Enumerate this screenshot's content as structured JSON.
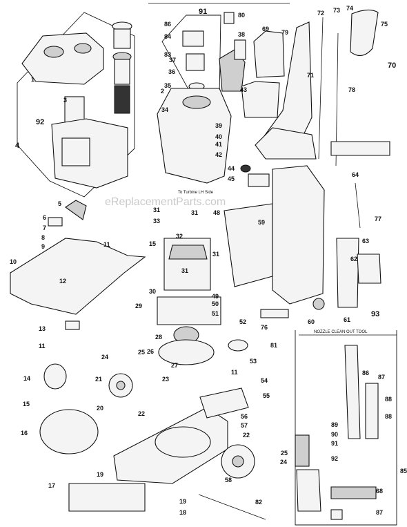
{
  "watermark": "eReplacementParts.com",
  "notes": {
    "turbine": "To Turbine LH Side",
    "tool": "NOZZLE CLEAN OUT TOOL"
  },
  "labels": [
    {
      "id": "86a",
      "text": "86"
    },
    {
      "id": "84",
      "text": "84"
    },
    {
      "id": "83",
      "text": "83"
    },
    {
      "id": "2",
      "text": "2"
    },
    {
      "id": "1",
      "text": "1"
    },
    {
      "id": "3",
      "text": "3"
    },
    {
      "id": "92a",
      "text": "92"
    },
    {
      "id": "4",
      "text": "4"
    },
    {
      "id": "91",
      "text": "91"
    },
    {
      "id": "80",
      "text": "80"
    },
    {
      "id": "37",
      "text": "37"
    },
    {
      "id": "36",
      "text": "36"
    },
    {
      "id": "35",
      "text": "35"
    },
    {
      "id": "34",
      "text": "34"
    },
    {
      "id": "38",
      "text": "38"
    },
    {
      "id": "69",
      "text": "69"
    },
    {
      "id": "79",
      "text": "79"
    },
    {
      "id": "72",
      "text": "72"
    },
    {
      "id": "73",
      "text": "73"
    },
    {
      "id": "74",
      "text": "74"
    },
    {
      "id": "75",
      "text": "75"
    },
    {
      "id": "70",
      "text": "70"
    },
    {
      "id": "71",
      "text": "71"
    },
    {
      "id": "43",
      "text": "43"
    },
    {
      "id": "78",
      "text": "78"
    },
    {
      "id": "39",
      "text": "39"
    },
    {
      "id": "40",
      "text": "40"
    },
    {
      "id": "41",
      "text": "41"
    },
    {
      "id": "42",
      "text": "42"
    },
    {
      "id": "44",
      "text": "44"
    },
    {
      "id": "45",
      "text": "45"
    },
    {
      "id": "64",
      "text": "64"
    },
    {
      "id": "5",
      "text": "5"
    },
    {
      "id": "6",
      "text": "6"
    },
    {
      "id": "7",
      "text": "7"
    },
    {
      "id": "8",
      "text": "8"
    },
    {
      "id": "9",
      "text": "9"
    },
    {
      "id": "10",
      "text": "10"
    },
    {
      "id": "11a",
      "text": "11"
    },
    {
      "id": "12",
      "text": "12"
    },
    {
      "id": "15a",
      "text": "15"
    },
    {
      "id": "31a",
      "text": "31"
    },
    {
      "id": "33",
      "text": "33"
    },
    {
      "id": "31b",
      "text": "31"
    },
    {
      "id": "48",
      "text": "48"
    },
    {
      "id": "59",
      "text": "59"
    },
    {
      "id": "77",
      "text": "77"
    },
    {
      "id": "32",
      "text": "32"
    },
    {
      "id": "31c",
      "text": "31"
    },
    {
      "id": "31d",
      "text": "31"
    },
    {
      "id": "63",
      "text": "63"
    },
    {
      "id": "62",
      "text": "62"
    },
    {
      "id": "30",
      "text": "30"
    },
    {
      "id": "49",
      "text": "49"
    },
    {
      "id": "50",
      "text": "50"
    },
    {
      "id": "51",
      "text": "51"
    },
    {
      "id": "52",
      "text": "52"
    },
    {
      "id": "29",
      "text": "29"
    },
    {
      "id": "76",
      "text": "76"
    },
    {
      "id": "60",
      "text": "60"
    },
    {
      "id": "61",
      "text": "61"
    },
    {
      "id": "13",
      "text": "13"
    },
    {
      "id": "93",
      "text": "93"
    },
    {
      "id": "28",
      "text": "28"
    },
    {
      "id": "81",
      "text": "81"
    },
    {
      "id": "11b",
      "text": "11"
    },
    {
      "id": "24a",
      "text": "24"
    },
    {
      "id": "25a",
      "text": "25"
    },
    {
      "id": "26",
      "text": "26"
    },
    {
      "id": "27",
      "text": "27"
    },
    {
      "id": "53",
      "text": "53"
    },
    {
      "id": "14",
      "text": "14"
    },
    {
      "id": "21",
      "text": "21"
    },
    {
      "id": "23",
      "text": "23"
    },
    {
      "id": "11c",
      "text": "11"
    },
    {
      "id": "54",
      "text": "54"
    },
    {
      "id": "55",
      "text": "55"
    },
    {
      "id": "15b",
      "text": "15"
    },
    {
      "id": "20",
      "text": "20"
    },
    {
      "id": "22a",
      "text": "22"
    },
    {
      "id": "56",
      "text": "56"
    },
    {
      "id": "57",
      "text": "57"
    },
    {
      "id": "16",
      "text": "16"
    },
    {
      "id": "22b",
      "text": "22"
    },
    {
      "id": "25b",
      "text": "25"
    },
    {
      "id": "24b",
      "text": "24"
    },
    {
      "id": "19a",
      "text": "19"
    },
    {
      "id": "58",
      "text": "58"
    },
    {
      "id": "17",
      "text": "17"
    },
    {
      "id": "19b",
      "text": "19"
    },
    {
      "id": "18",
      "text": "18"
    },
    {
      "id": "82",
      "text": "82"
    },
    {
      "id": "86b",
      "text": "86"
    },
    {
      "id": "87a",
      "text": "87"
    },
    {
      "id": "88a",
      "text": "88"
    },
    {
      "id": "89",
      "text": "89"
    },
    {
      "id": "88b",
      "text": "88"
    },
    {
      "id": "90",
      "text": "90"
    },
    {
      "id": "91b",
      "text": "91"
    },
    {
      "id": "92b",
      "text": "92"
    },
    {
      "id": "85",
      "text": "85"
    },
    {
      "id": "68",
      "text": "68"
    },
    {
      "id": "87b",
      "text": "87"
    }
  ]
}
